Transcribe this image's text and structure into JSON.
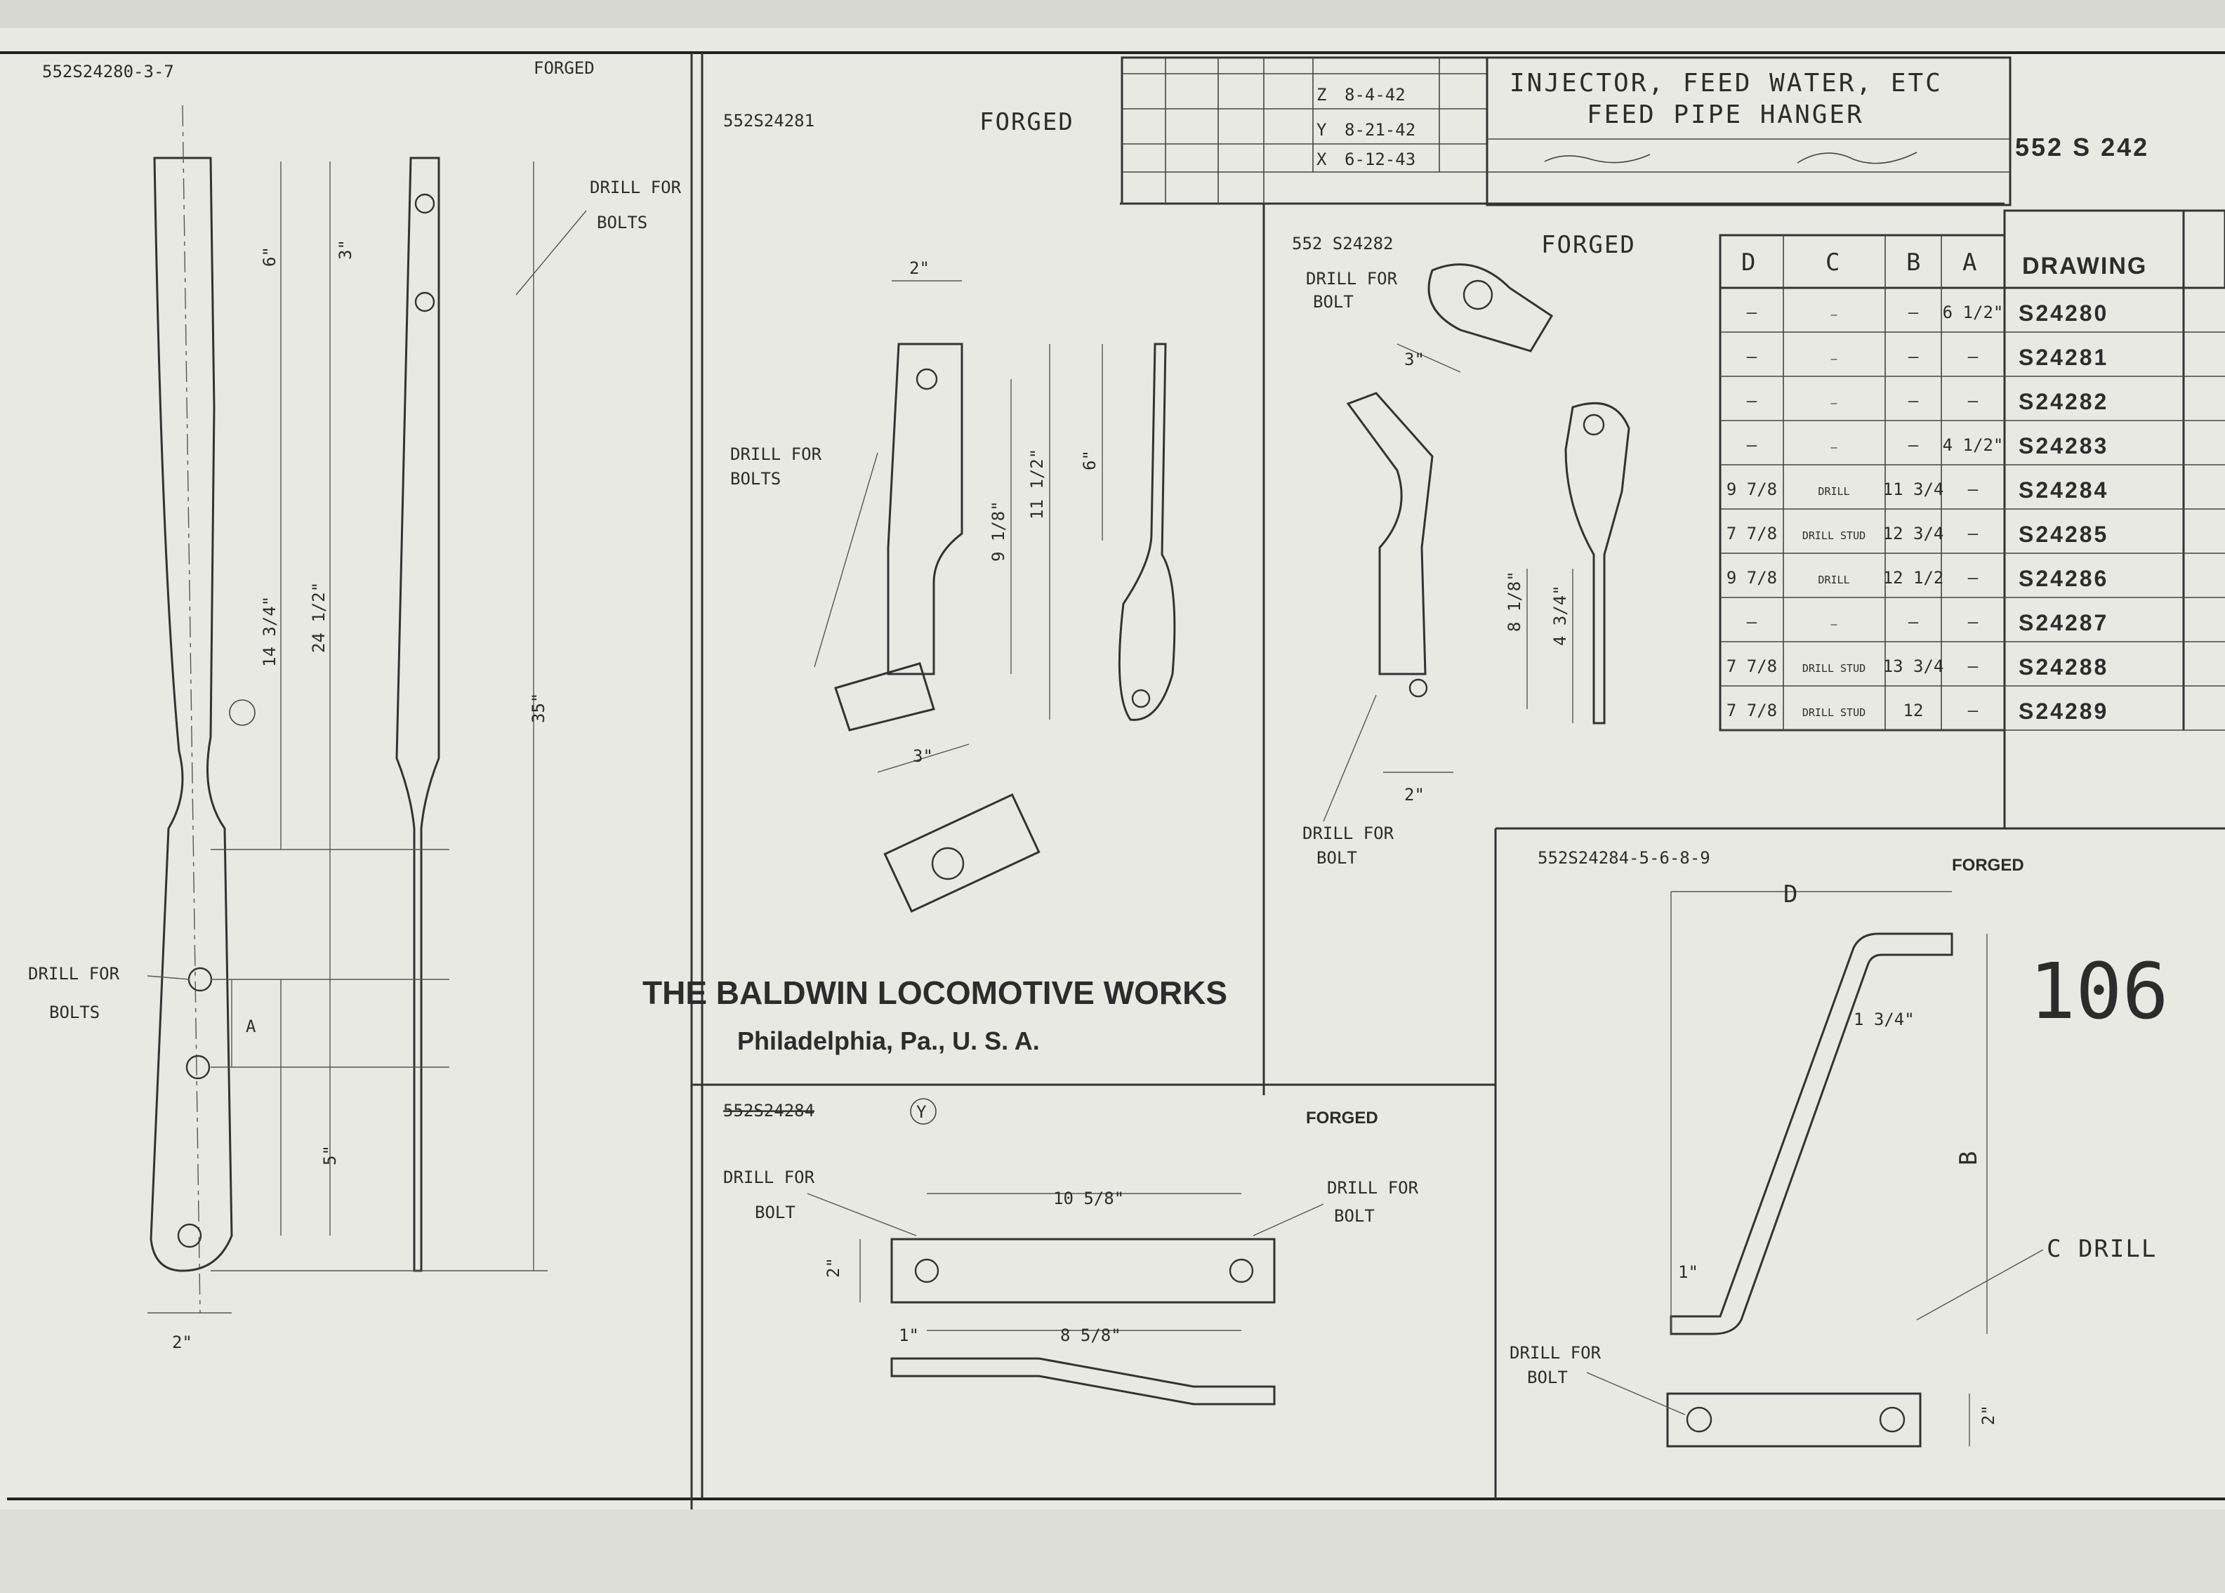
{
  "company": {
    "name": "THE BALDWIN LOCOMOTIVE WORKS",
    "location": "Philadelphia, Pa.,  U. S. A."
  },
  "title_block": {
    "title_line1": "INJECTOR, FEED WATER, ETC",
    "title_line2": "FEED  PIPE  HANGER",
    "drawing_number": "552 S 242",
    "handwritten_note": "106",
    "revisions": [
      {
        "mark": "Z",
        "date": "8-4-42"
      },
      {
        "mark": "Y",
        "date": "8-21-42"
      },
      {
        "mark": "X",
        "date": "6-12-43"
      }
    ]
  },
  "table": {
    "headers": [
      "D",
      "C",
      "B",
      "A"
    ],
    "drawing_header": "DRAWING",
    "rows": [
      {
        "D": "—",
        "C": "—",
        "B": "—",
        "A": "6 1/2\"",
        "drawing": "S24280"
      },
      {
        "D": "—",
        "C": "—",
        "B": "—",
        "A": "—",
        "drawing": "S24281"
      },
      {
        "D": "—",
        "C": "—",
        "B": "—",
        "A": "—",
        "drawing": "S24282"
      },
      {
        "D": "—",
        "C": "—",
        "B": "—",
        "A": "4 1/2\"",
        "drawing": "S24283"
      },
      {
        "D": "9 7/8",
        "C": "DRILL",
        "B": "11 3/4",
        "A": "—",
        "drawing": "S24284"
      },
      {
        "D": "7 7/8",
        "C": "DRILL STUD",
        "B": "12 3/4",
        "A": "—",
        "drawing": "S24285"
      },
      {
        "D": "9 7/8",
        "C": "DRILL",
        "B": "12 1/2",
        "A": "—",
        "drawing": "S24286"
      },
      {
        "D": "—",
        "C": "—",
        "B": "—",
        "A": "—",
        "drawing": "S24287"
      },
      {
        "D": "7 7/8",
        "C": "DRILL STUD",
        "B": "13 3/4",
        "A": "—",
        "drawing": "S24288"
      },
      {
        "D": "7 7/8",
        "C": "DRILL STUD",
        "B": "12",
        "A": "—",
        "drawing": "S24289"
      }
    ]
  },
  "views": {
    "v1": {
      "id": "552S24280-3-7",
      "note": "FORGED",
      "drill": "DRILL FOR",
      "bolts": "BOLTS",
      "dim_35": "35\"",
      "dim_24": "24 1/2\"",
      "dim_14": "14 3/4\"",
      "dim_6": "6\"",
      "dim_3": "3\"",
      "dim_a": "A",
      "dim_5": "5\"",
      "dim_2": "2\""
    },
    "v2": {
      "id": "552S24281",
      "note": "FORGED",
      "drill": "DRILL FOR",
      "bolts": "BOLTS",
      "dim_9": "9 1/8\"",
      "dim_11": "11 1/2\"",
      "dim_6": "6\"",
      "dim_3": "3\"",
      "dim_2": "2\""
    },
    "v3": {
      "id": "552 S24282",
      "note": "FORGED",
      "drill": "DRILL FOR",
      "bolt": "BOLT",
      "drill2": "DRILL  FOR",
      "bolt2": "BOLT",
      "dim_3": "3\"",
      "dim_8": "8 1/8\"",
      "dim_4": "4 3/4\"",
      "dim_2": "2\""
    },
    "v4": {
      "id": "552S24284",
      "mark": "Y",
      "note": "FORGED",
      "drill_l": "DRILL  FOR",
      "bolt_l": "BOLT",
      "drill_r": "DRILL  FOR",
      "bolt_r": "BOLT",
      "dim_10": "10 5/8\"",
      "dim_8": "8 5/8\"",
      "dim_1": "1\"",
      "dim_2": "2\""
    },
    "v5": {
      "id": "552S24284-5-6-8-9",
      "note": "FORGED",
      "dim_d": "D",
      "dim_b": "B",
      "drill_c": "C DRILL",
      "drill": "DRILL FOR",
      "bolt": "BOLT",
      "dim_13": "1 3/4\"",
      "dim_1": "1\"",
      "dim_2": "2\""
    }
  },
  "colors": {
    "ink": "#2c2c2c",
    "paper": "#e9e9e4"
  }
}
